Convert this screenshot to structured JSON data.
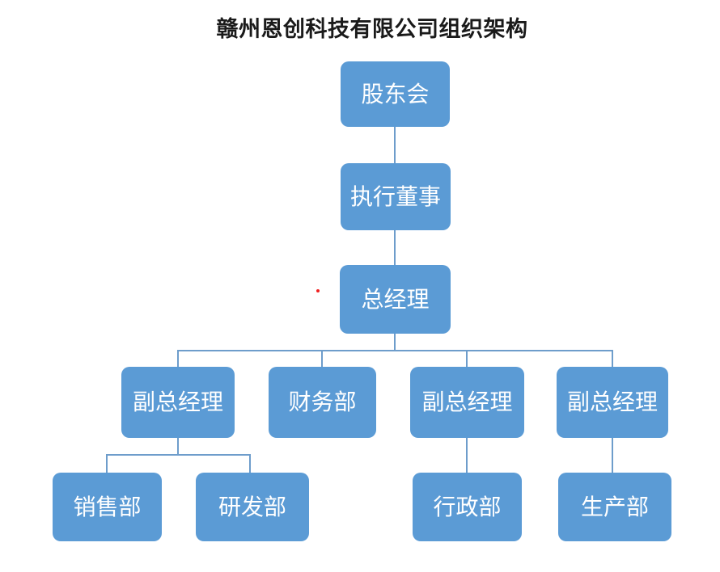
{
  "title": "赣州恩创科技有限公司组织架构",
  "org": {
    "level1": {
      "label": "股东会"
    },
    "level2": {
      "label": "执行董事"
    },
    "level3": {
      "label": "总经理"
    },
    "level4": [
      {
        "label": "副总经理"
      },
      {
        "label": "财务部"
      },
      {
        "label": "副总经理"
      },
      {
        "label": "副总经理"
      }
    ],
    "level5": [
      {
        "label": "销售部"
      },
      {
        "label": "研发部"
      },
      {
        "label": "行政部"
      },
      {
        "label": "生产部"
      }
    ]
  },
  "colors": {
    "node_fill": "#5b9bd5",
    "node_text": "#ffffff",
    "connector": "#6e9dcb",
    "title_text": "#1a1a1a",
    "stray_mark": "#f02020"
  }
}
